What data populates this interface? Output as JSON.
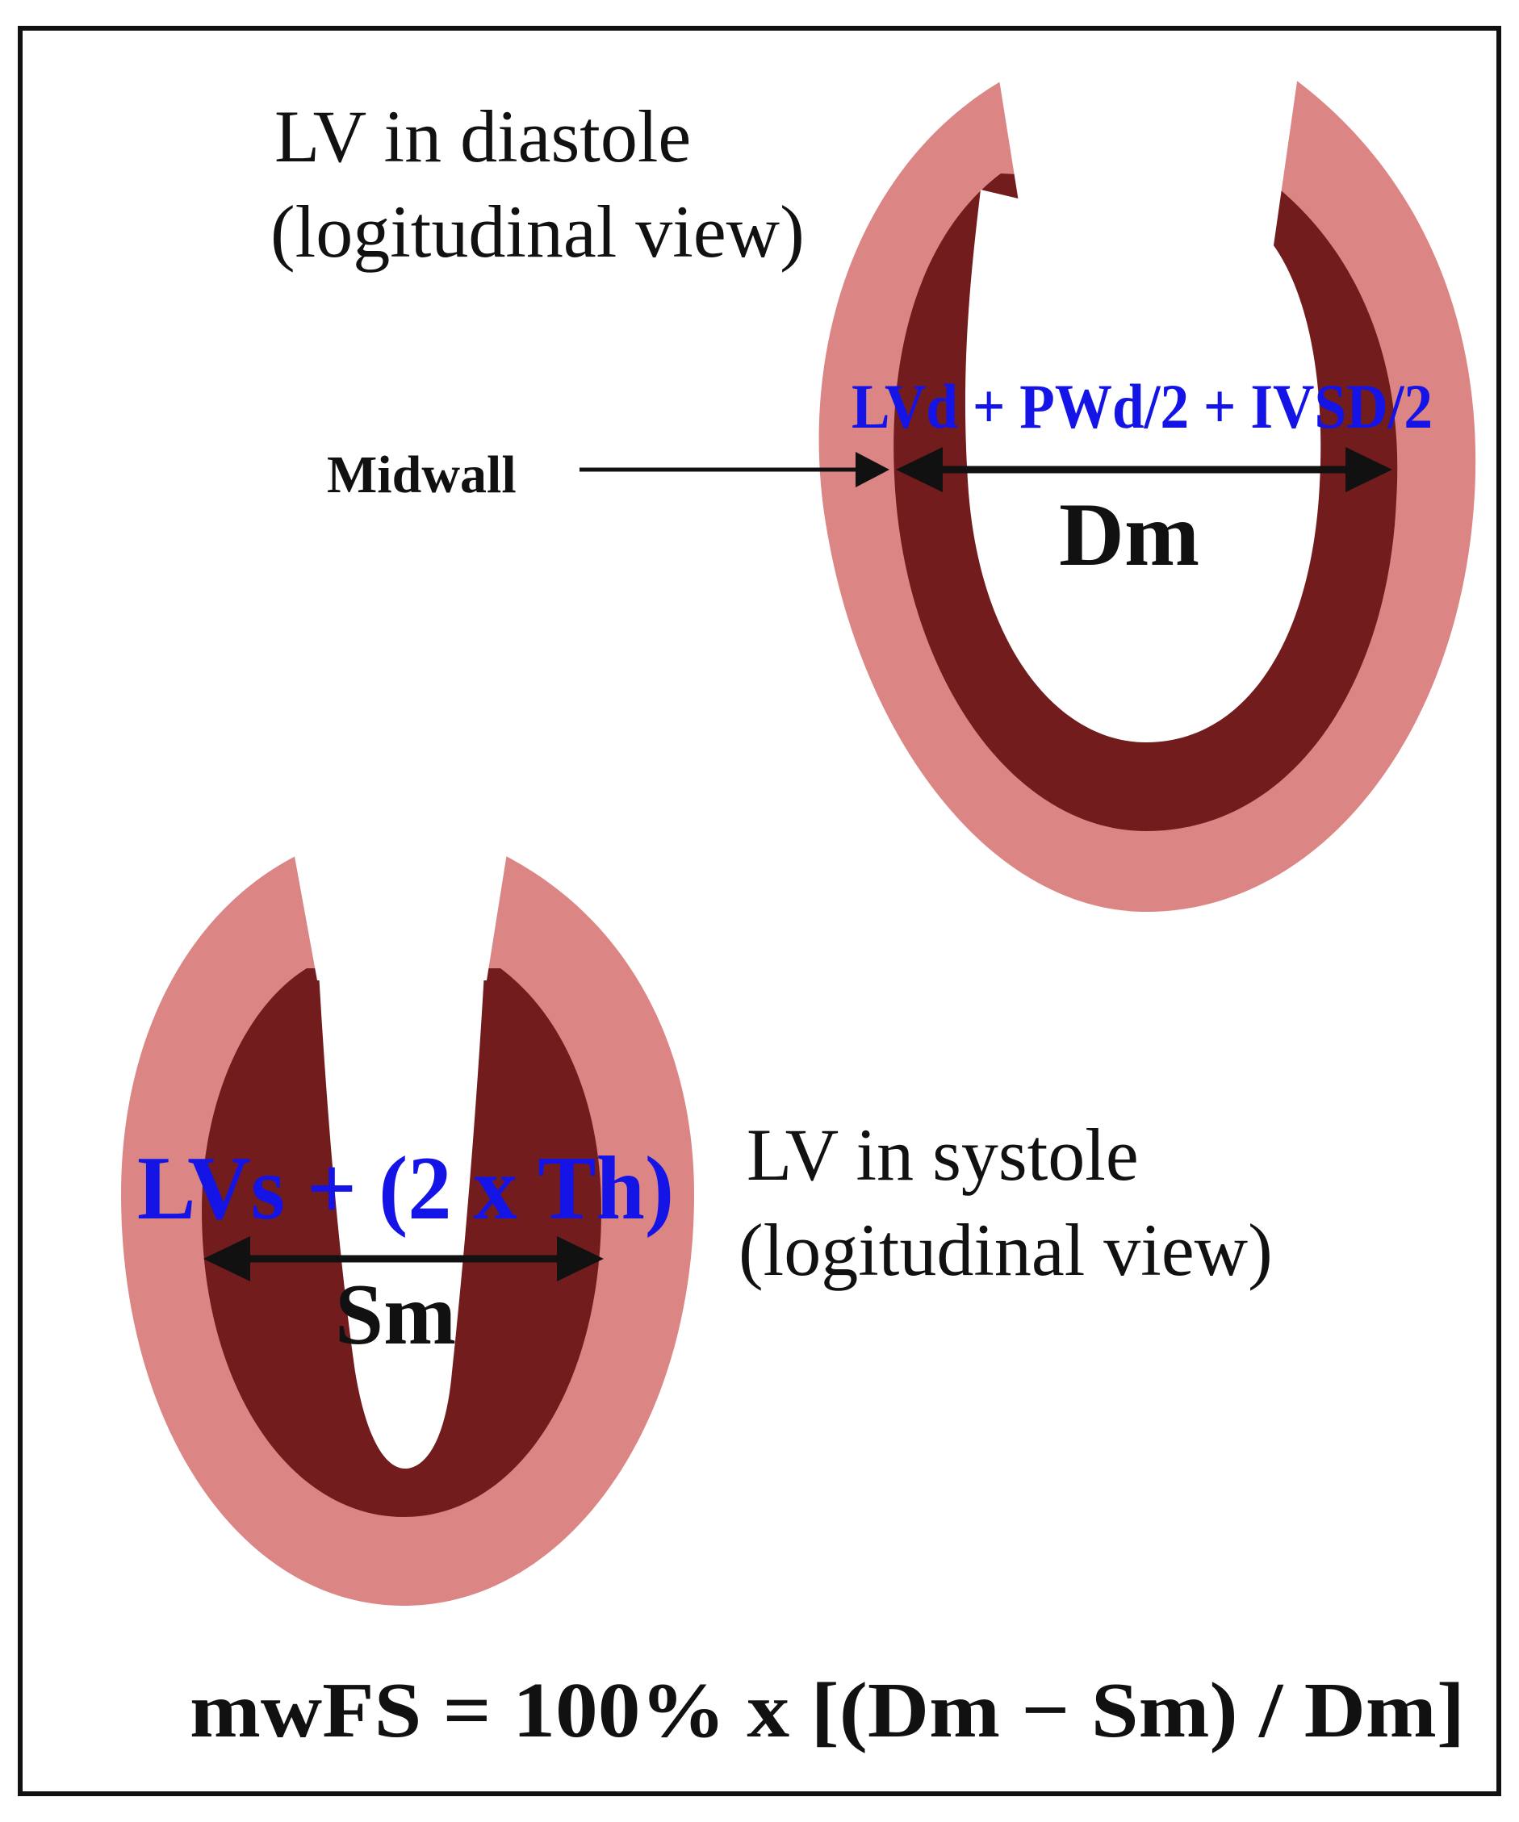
{
  "diagram": {
    "diastole": {
      "title_line1": "LV in diastole",
      "title_line2": "(logitudinal view)",
      "formula": "LVd + PWd/2 + IVSD/2",
      "dimension_label": "Dm",
      "midwall_label": "Midwall"
    },
    "systole": {
      "title_line1": "LV in systole",
      "title_line2": "(logitudinal view)",
      "formula": "LVs + (2 x Th)",
      "dimension_label": "Sm"
    },
    "equation": "mwFS = 100% x [(Dm − Sm) / Dm]",
    "colors": {
      "outer_wall": "#dc8585",
      "inner_wall": "#721c1e",
      "cavity": "#ffffff",
      "formula_text": "#1414e6",
      "frame": "#111111"
    }
  }
}
